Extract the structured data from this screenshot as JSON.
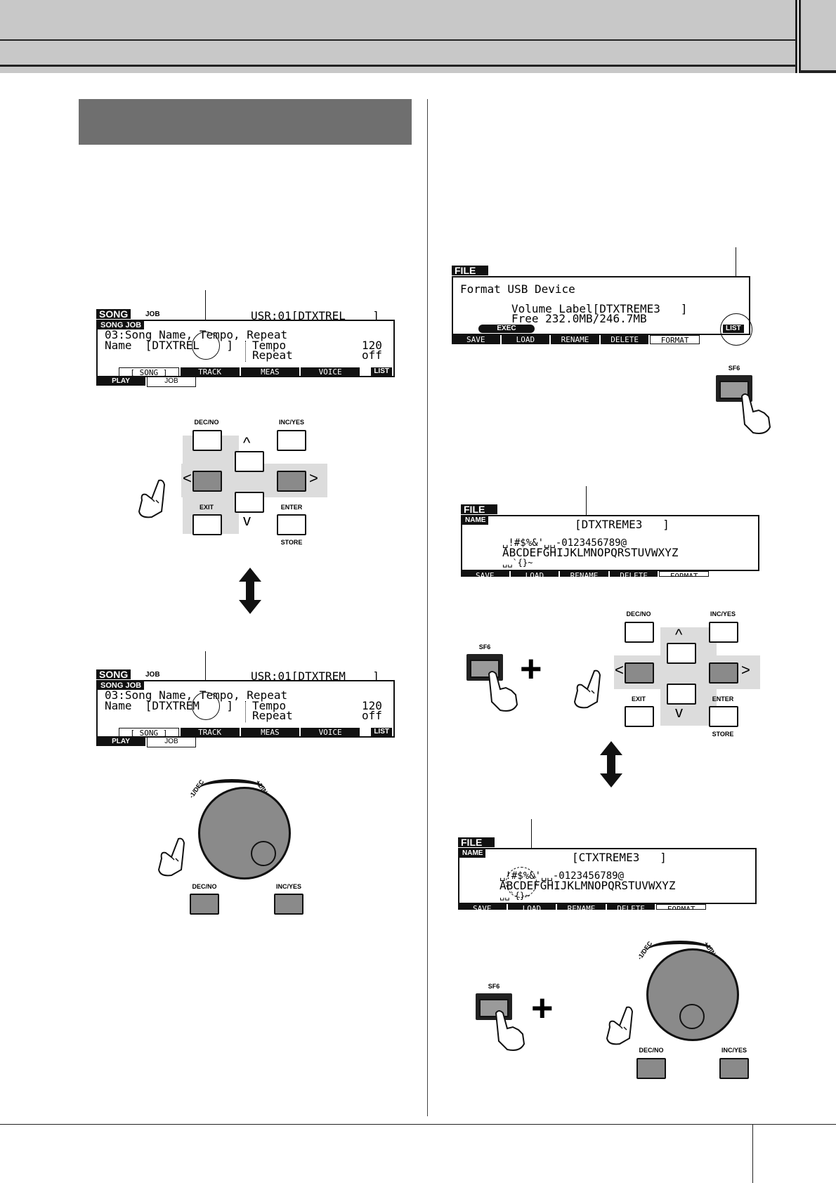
{
  "left": {
    "lcd1": {
      "tab_song": "SONG",
      "tab_job": "JOB",
      "line0_right": "USR:01[DTXTREL    ]",
      "line0_sub": "SONG JOB",
      "line1": "03:Song Name, Tempo, Repeat",
      "line2_left": "Name  [DTXTREL    ]",
      "tempo_label": "Tempo",
      "tempo_value": "120",
      "repeat_label": "Repeat",
      "repeat_value": "off",
      "softkeys": [
        "[ SONG ]",
        "TRACK",
        "MEAS",
        "VOICE"
      ],
      "list": "LIST",
      "tabs": [
        "PLAY",
        "JOB"
      ]
    },
    "lcd2": {
      "line0_right": "USR:01[DTXTREM    ]",
      "line2_left": "Name  [DTXTREM    ]"
    },
    "buttons": {
      "dec": "DEC/NO",
      "inc": "INC/YES",
      "exit": "EXIT",
      "enter": "ENTER",
      "store": "STORE"
    },
    "dial": {
      "minus": "-1/DEC",
      "plus": "+1/INC",
      "dec": "DEC/NO",
      "inc": "INC/YES"
    }
  },
  "right": {
    "lcd1": {
      "tab": "FILE",
      "line1": "Format USB Device",
      "line2": "Volume Label[DTXTREME3   ]",
      "line3": "Free 232.0MB/246.7MB",
      "exec": "EXEC",
      "softkeys": [
        "SAVE",
        "LOAD",
        "RENAME",
        "DELETE",
        "FORMAT"
      ],
      "list": "LIST"
    },
    "sf6": "SF6",
    "lcd2": {
      "tab": "FILE",
      "sub": "NAME",
      "name": "[DTXTREME3   ]",
      "chars1": "␣!#$%&'␣␣-0123456789@",
      "chars2": "ABCDEFGHIJKLMNOPQRSTUVWXYZ",
      "chars3": "␣␣`{}~"
    },
    "lcd3": {
      "tab": "FILE",
      "sub": "NAME",
      "name": "[CTXTREME3   ]",
      "chars1": "␣!#$%&'␣␣-0123456789@",
      "chars2": "ABCDEFGHIJKLMNOPQRSTUVWXYZ",
      "chars3": "␣␣`{}~"
    },
    "buttons": {
      "dec": "DEC/NO",
      "inc": "INC/YES",
      "exit": "EXIT",
      "enter": "ENTER",
      "store": "STORE"
    },
    "plus": "+",
    "dial": {
      "minus": "-1/DEC",
      "plus": "+1/INC",
      "dec": "DEC/NO",
      "inc": "INC/YES"
    }
  }
}
